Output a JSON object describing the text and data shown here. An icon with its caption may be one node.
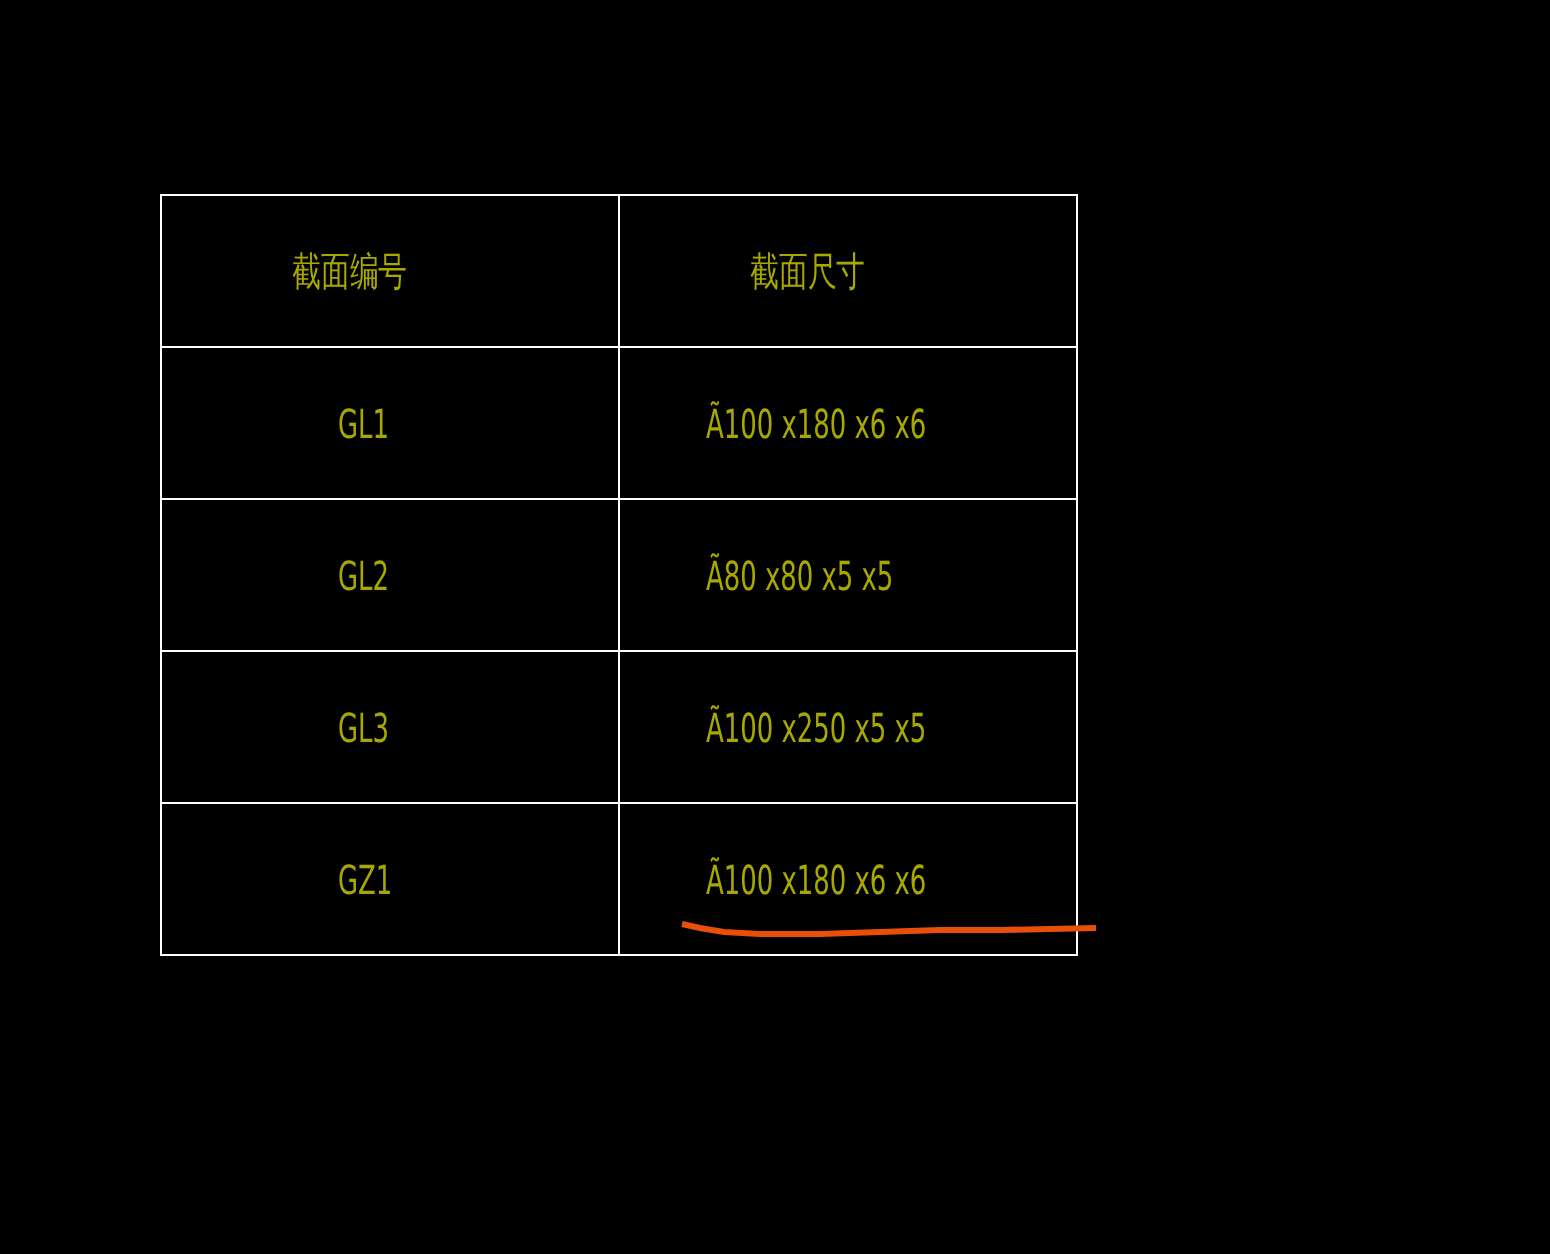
{
  "diagram": {
    "labels": [
      "截面编号",
      "截面尺寸",
      "GL1",
      "Ã100 x180 x6 x6",
      "GL2",
      "Ã80 x80 x5 x5",
      "GL3",
      "Ã100 x250 x5 x5",
      "GZ1",
      "Ã100 x180 x6 x6"
    ]
  }
}
